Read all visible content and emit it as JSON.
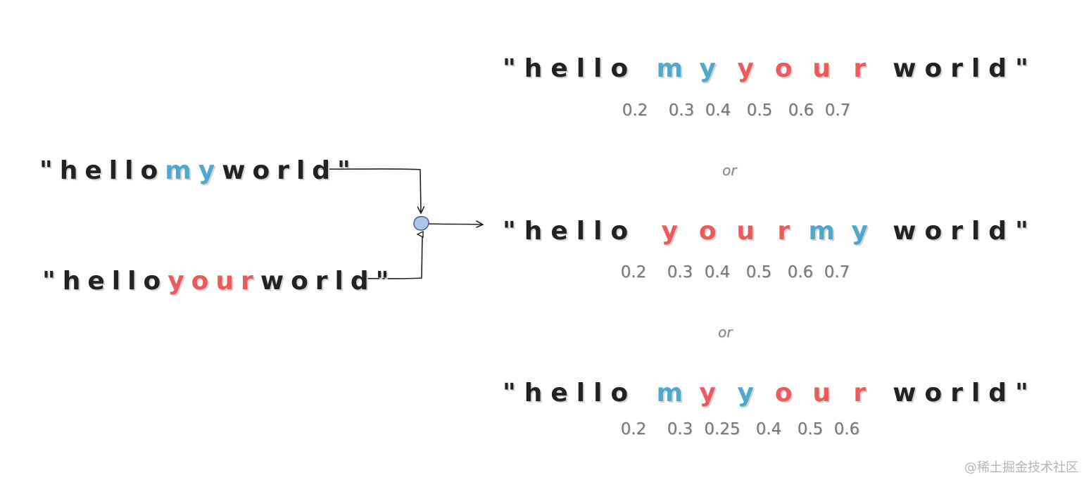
{
  "inputs": {
    "first": {
      "prefix": "\"hello",
      "insert": "my",
      "suffix": "world\""
    },
    "second": {
      "prefix": "\"hello",
      "insert": "your",
      "suffix": "world\""
    }
  },
  "results": [
    {
      "prefix": "\"hello",
      "letters": [
        {
          "char": "m",
          "color": "blue"
        },
        {
          "char": "y",
          "color": "blue"
        },
        {
          "char": "y",
          "color": "red"
        },
        {
          "char": "o",
          "color": "red"
        },
        {
          "char": "u",
          "color": "red"
        },
        {
          "char": "r",
          "color": "red"
        }
      ],
      "suffix": "world\"",
      "weights": [
        "0.2",
        "0.3",
        "0.4",
        "0.5",
        "0.6",
        "0.7"
      ]
    },
    {
      "prefix": "\"hello",
      "letters": [
        {
          "char": "y",
          "color": "red"
        },
        {
          "char": "o",
          "color": "red"
        },
        {
          "char": "u",
          "color": "red"
        },
        {
          "char": "r",
          "color": "red"
        },
        {
          "char": "m",
          "color": "blue"
        },
        {
          "char": "y",
          "color": "blue"
        }
      ],
      "suffix": "world\"",
      "weights": [
        "0.2",
        "0.3",
        "0.4",
        "0.5",
        "0.6",
        "0.7"
      ]
    },
    {
      "prefix": "\"hello",
      "letters": [
        {
          "char": "m",
          "color": "blue"
        },
        {
          "char": "y",
          "color": "red"
        },
        {
          "char": "y",
          "color": "blue"
        },
        {
          "char": "o",
          "color": "red"
        },
        {
          "char": "u",
          "color": "red"
        },
        {
          "char": "r",
          "color": "red"
        }
      ],
      "suffix": "world\"",
      "weights": [
        "0.2",
        "0.3",
        "0.25",
        "0.4",
        "0.5",
        "0.6"
      ]
    }
  ],
  "separators": [
    "or",
    "or"
  ],
  "watermark": "@稀土掘金技术社区",
  "colors": {
    "text": "#222222",
    "blue": "#4fa8cb",
    "red": "#ea5b5b",
    "weight": "#777777",
    "merge_node": "#a9c5ec"
  }
}
